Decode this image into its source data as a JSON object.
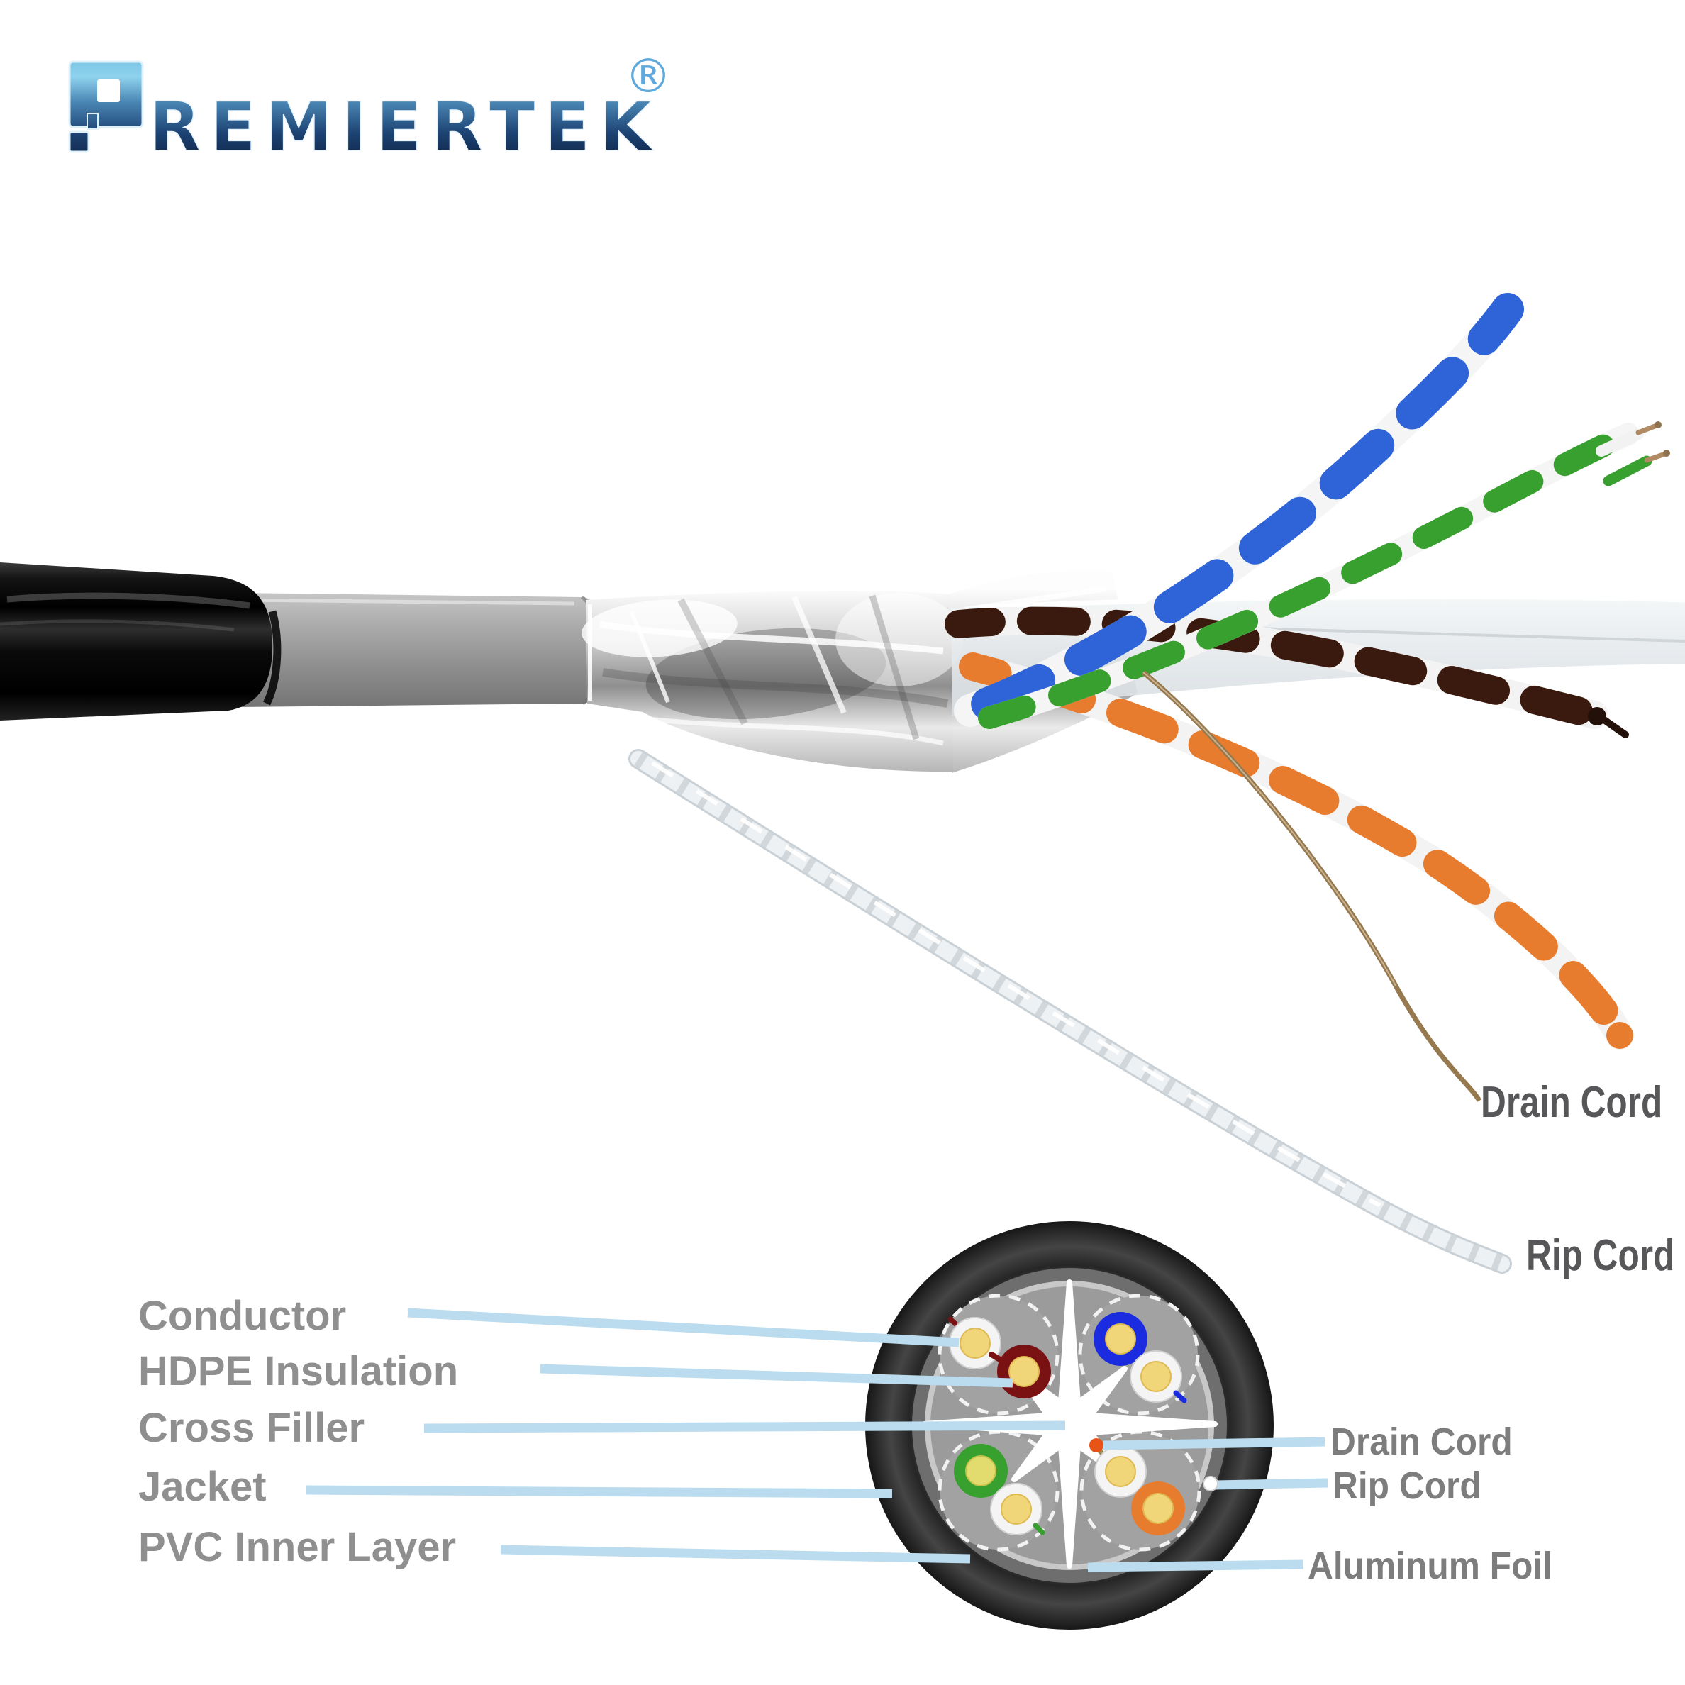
{
  "brand": {
    "logo_text": "PREMIERTEK",
    "logo_text_rest": "REMIERTEK",
    "registered_mark": "®"
  },
  "cutaway": {
    "upper_callouts": [
      {
        "id": "drain-cord",
        "label": "Drain Cord"
      },
      {
        "id": "rip-cord",
        "label": "Rip Cord"
      }
    ]
  },
  "cross_section": {
    "left_labels": [
      {
        "label": "Conductor"
      },
      {
        "label": "HDPE Insulation"
      },
      {
        "label": "Cross Filler"
      },
      {
        "label": "Jacket"
      },
      {
        "label": "PVC Inner Layer"
      }
    ],
    "right_labels": [
      {
        "label": "Drain Cord"
      },
      {
        "label": "Rip Cord"
      },
      {
        "label": "Aluminum Foil"
      }
    ]
  },
  "colors": {
    "logo_blue_light": "#8ed2ee",
    "logo_blue_dark": "#122c52",
    "registered_mark_blue": "#5fa8dc",
    "leader_line": "#badcee",
    "left_label_text": "#8f8f8f",
    "right_label_text": "#7d7d7d",
    "callout_text": "#57575a",
    "jacket_black": "#1c1c1c",
    "pvc_gray": "#a2a2a2",
    "foil_silver": "#d9d9d9",
    "pair_blue": "#2f63d8",
    "pair_green": "#38a02e",
    "pair_brown": "#3a1a0e",
    "pair_orange": "#e87c2e",
    "conductor_yellow": "#f0d678",
    "ring_maroon": "#7a1214",
    "ring_blue": "#1b2be0",
    "drain_wire_copper": "#96794f",
    "rip_cord_white": "#eef1f3",
    "drain_marker_orange": "#e85418"
  }
}
